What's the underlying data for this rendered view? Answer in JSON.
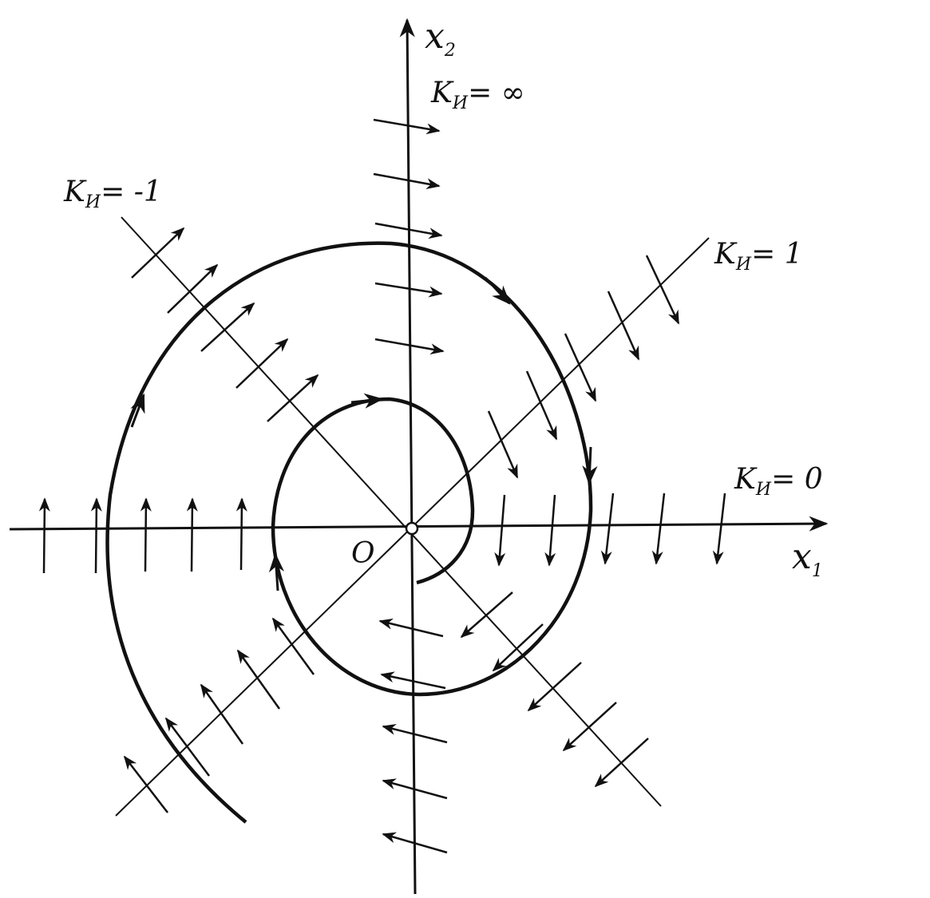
{
  "axes": {
    "x_label": "x",
    "x_subscript": "1",
    "y_label": "x",
    "y_subscript": "2",
    "origin_label": "O"
  },
  "isoclines": [
    {
      "k": "K",
      "k_sub": "И",
      "value": "= ∞"
    },
    {
      "k": "K",
      "k_sub": "И",
      "value": "= 1"
    },
    {
      "k": "K",
      "k_sub": "И",
      "value": "= 0"
    },
    {
      "k": "K",
      "k_sub": "И",
      "value": "= -1"
    }
  ],
  "colors": {
    "ink": "#111111",
    "background": "#ffffff"
  }
}
